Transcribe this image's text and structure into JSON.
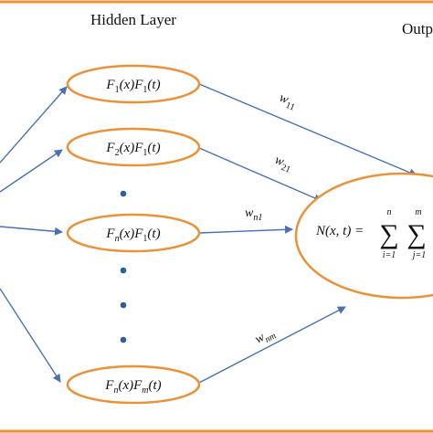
{
  "frame": {
    "border_color": "#e8923a"
  },
  "colors": {
    "node_stroke": "#e8923a",
    "arrow": "#4a72b0",
    "dots": "#2f5f97"
  },
  "layers": {
    "hidden_title": "Hidden Layer",
    "output_title": "Outp"
  },
  "hidden_nodes": [
    {
      "f_sub": "1",
      "t_sub": "1"
    },
    {
      "f_sub": "2",
      "t_sub": "1"
    },
    {
      "f_sub": "n",
      "t_sub": "1"
    },
    {
      "f_sub": "n",
      "t_sub": "m"
    }
  ],
  "weights": [
    {
      "sub": "11"
    },
    {
      "sub": "21"
    },
    {
      "sub": "n1"
    },
    {
      "sub": "nm"
    }
  ],
  "output_node": {
    "lhs": "N(x, t) =",
    "sum1_upper": "n",
    "sum1_lower": "i=1",
    "sum2_upper": "m",
    "sum2_lower": "j=1"
  }
}
